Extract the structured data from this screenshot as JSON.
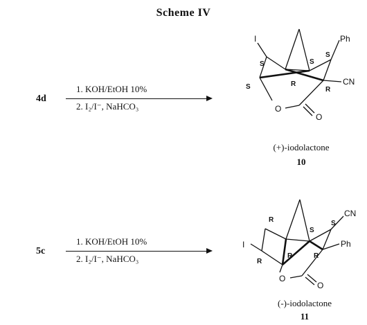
{
  "scheme_title": "Scheme IV",
  "reactions": [
    {
      "reactant": "4d",
      "conditions": [
        "1. KOH/EtOH 10%",
        "2. I₂/I⁻, NaHCO₃"
      ],
      "product_name": "(+)-iodolactone",
      "product_number": "10",
      "atoms": {
        "i": "I",
        "ph": "Ph",
        "cn": "CN",
        "o_ring": "O",
        "o_keto": "O"
      },
      "stereo": [
        "S",
        "S",
        "S",
        "S",
        "R",
        "R"
      ]
    },
    {
      "reactant": "5c",
      "conditions": [
        "1. KOH/EtOH 10%",
        "2. I₂/I⁻, NaHCO₃"
      ],
      "product_name": "(-)-iodolactone",
      "product_number": "11",
      "atoms": {
        "i": "I",
        "ph": "Ph",
        "cn": "CN",
        "o_ring": "O",
        "o_keto": "O"
      },
      "stereo": [
        "R",
        "S",
        "S",
        "R",
        "R",
        "R"
      ]
    }
  ]
}
